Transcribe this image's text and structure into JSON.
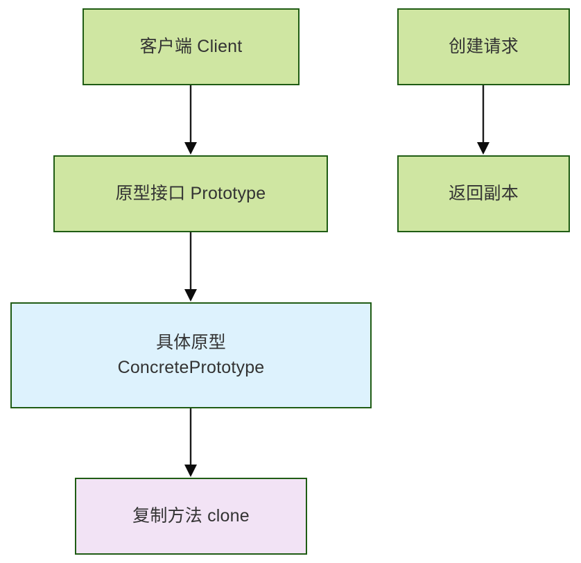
{
  "diagram": {
    "type": "flowchart",
    "orientation": "top-to-bottom",
    "colors": {
      "green_fill": "#cfe6a2",
      "blue_fill": "#ddf2fd",
      "violet_fill": "#f2e3f5",
      "node_border": "#1f5c14",
      "edge_stroke": "#1a1a1a",
      "text": "#333333",
      "background": "#ffffff"
    },
    "nodes": [
      {
        "id": "client",
        "label": "客户端 Client",
        "shape": "rectangle",
        "fill": "green_fill",
        "column": "left",
        "row": 1
      },
      {
        "id": "prototype",
        "label": "原型接口 Prototype",
        "shape": "rectangle",
        "fill": "green_fill",
        "column": "left",
        "row": 2
      },
      {
        "id": "concrete_prototype",
        "label_line1": "具体原型",
        "label_line2": "ConcretePrototype",
        "shape": "rectangle",
        "fill": "blue_fill",
        "column": "left",
        "row": 3
      },
      {
        "id": "clone",
        "label": "复制方法 clone",
        "shape": "rectangle",
        "fill": "violet_fill",
        "column": "left",
        "row": 4
      },
      {
        "id": "create_request",
        "label": "创建请求",
        "shape": "rectangle",
        "fill": "green_fill",
        "column": "right",
        "row": 1
      },
      {
        "id": "return_copy",
        "label": "返回副本",
        "shape": "rectangle",
        "fill": "green_fill",
        "column": "right",
        "row": 2
      }
    ],
    "edges": [
      {
        "from": "client",
        "to": "prototype",
        "label": "",
        "arrow": "filled-triangle"
      },
      {
        "from": "prototype",
        "to": "concrete_prototype",
        "label": "",
        "arrow": "filled-triangle"
      },
      {
        "from": "concrete_prototype",
        "to": "clone",
        "label": "",
        "arrow": "filled-triangle"
      },
      {
        "from": "create_request",
        "to": "return_copy",
        "label": "",
        "arrow": "filled-triangle"
      }
    ]
  }
}
